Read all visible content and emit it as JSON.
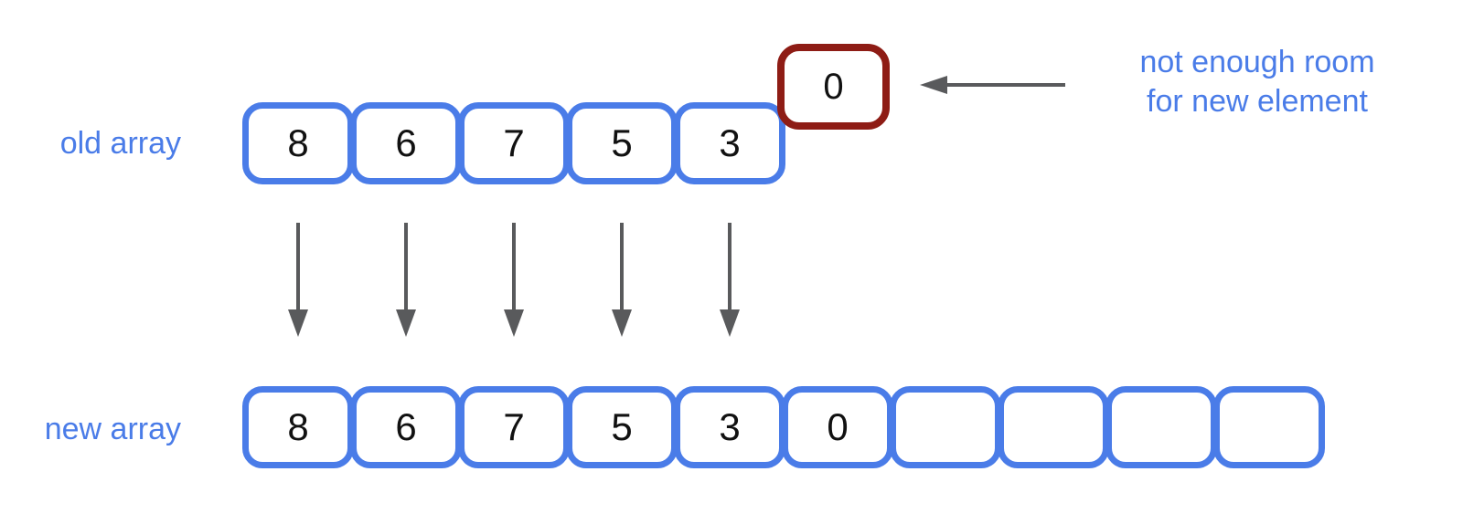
{
  "colors": {
    "blue": "#4a7ce8",
    "dark_red": "#8e1c15",
    "arrow_gray": "#595a5c",
    "ink": "#111111"
  },
  "old_array": {
    "label": "old array",
    "values": [
      "8",
      "6",
      "7",
      "5",
      "3"
    ]
  },
  "new_array": {
    "label": "new array",
    "values": [
      "8",
      "6",
      "7",
      "5",
      "3",
      "0",
      "",
      "",
      "",
      ""
    ]
  },
  "overflow_element": {
    "value": "0"
  },
  "annotation": {
    "line1": "not enough room",
    "line2": "for new element"
  }
}
